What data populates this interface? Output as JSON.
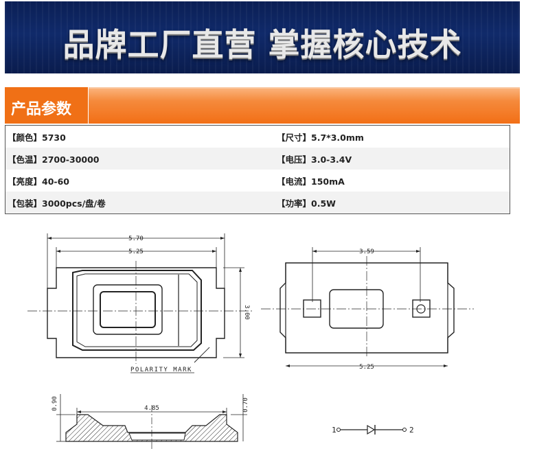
{
  "banner": {
    "title": "品牌工厂直营 掌握核心技术"
  },
  "section": {
    "title": "产品参数"
  },
  "params": [
    {
      "left_label": "【颜色】",
      "left_value": "5730",
      "right_label": "【尺寸】",
      "right_value": "5.7*3.0mm"
    },
    {
      "left_label": "【色温】",
      "left_value": "2700-30000",
      "right_label": "【电压】",
      "right_value": "3.0-3.4V"
    },
    {
      "left_label": "【亮度】",
      "left_value": "40-60",
      "right_label": "【电流】",
      "right_value": "150mA"
    },
    {
      "left_label": "【包装】",
      "left_value": "3000pcs/盘/卷",
      "right_label": "【功率】",
      "right_value": "0.5W"
    }
  ],
  "drawing": {
    "dim_570": "5.70",
    "dim_525_top": "5.25",
    "dim_300": "3.00",
    "polarity": "POLARITY MARK",
    "dim_359": "3.59",
    "dim_525_bottom": "5.25",
    "dim_090": "0.90",
    "dim_485": "4.85",
    "dim_070": "0.70",
    "pin1": "1",
    "pin2": "2"
  }
}
